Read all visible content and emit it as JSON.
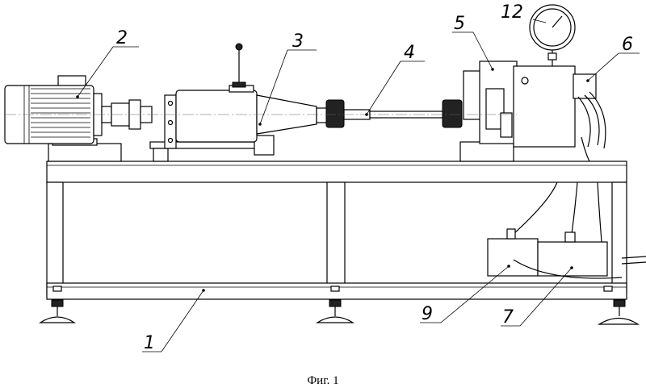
{
  "figure": {
    "caption": "Фиг. 1",
    "labels": {
      "frame": "1",
      "motor": "2",
      "gearbox": "3",
      "shaft": "4",
      "unit": "5",
      "hose_block": "6",
      "pump_unit": "7",
      "filter_block": "9",
      "gauge": "12"
    }
  }
}
